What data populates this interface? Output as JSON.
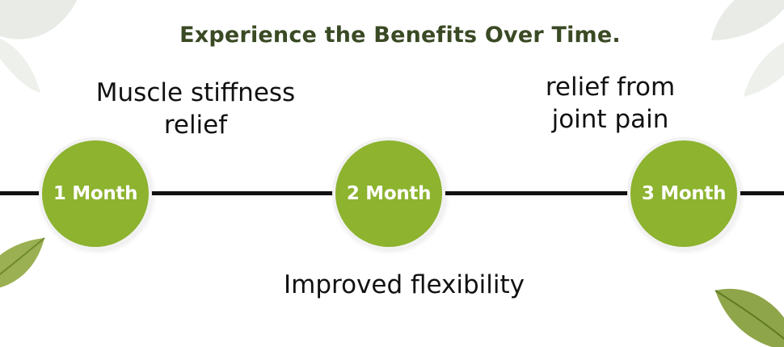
{
  "page": {
    "title": "Experience the Benefits Over Time."
  },
  "timeline": {
    "milestones": [
      {
        "label": "1 Month",
        "benefit_line1": "Muscle stiffness",
        "benefit_line2": "relief"
      },
      {
        "label": "2 Month",
        "benefit_line1": "Improved flexibility",
        "benefit_line2": ""
      },
      {
        "label": "3 Month",
        "benefit_line1": "relief from",
        "benefit_line2": "joint pain"
      }
    ]
  },
  "colors": {
    "accent_green": "#8db32f",
    "title_green": "#3a4a24",
    "line": "#111111"
  },
  "icons": {
    "decor": [
      "leaf-icon"
    ]
  }
}
